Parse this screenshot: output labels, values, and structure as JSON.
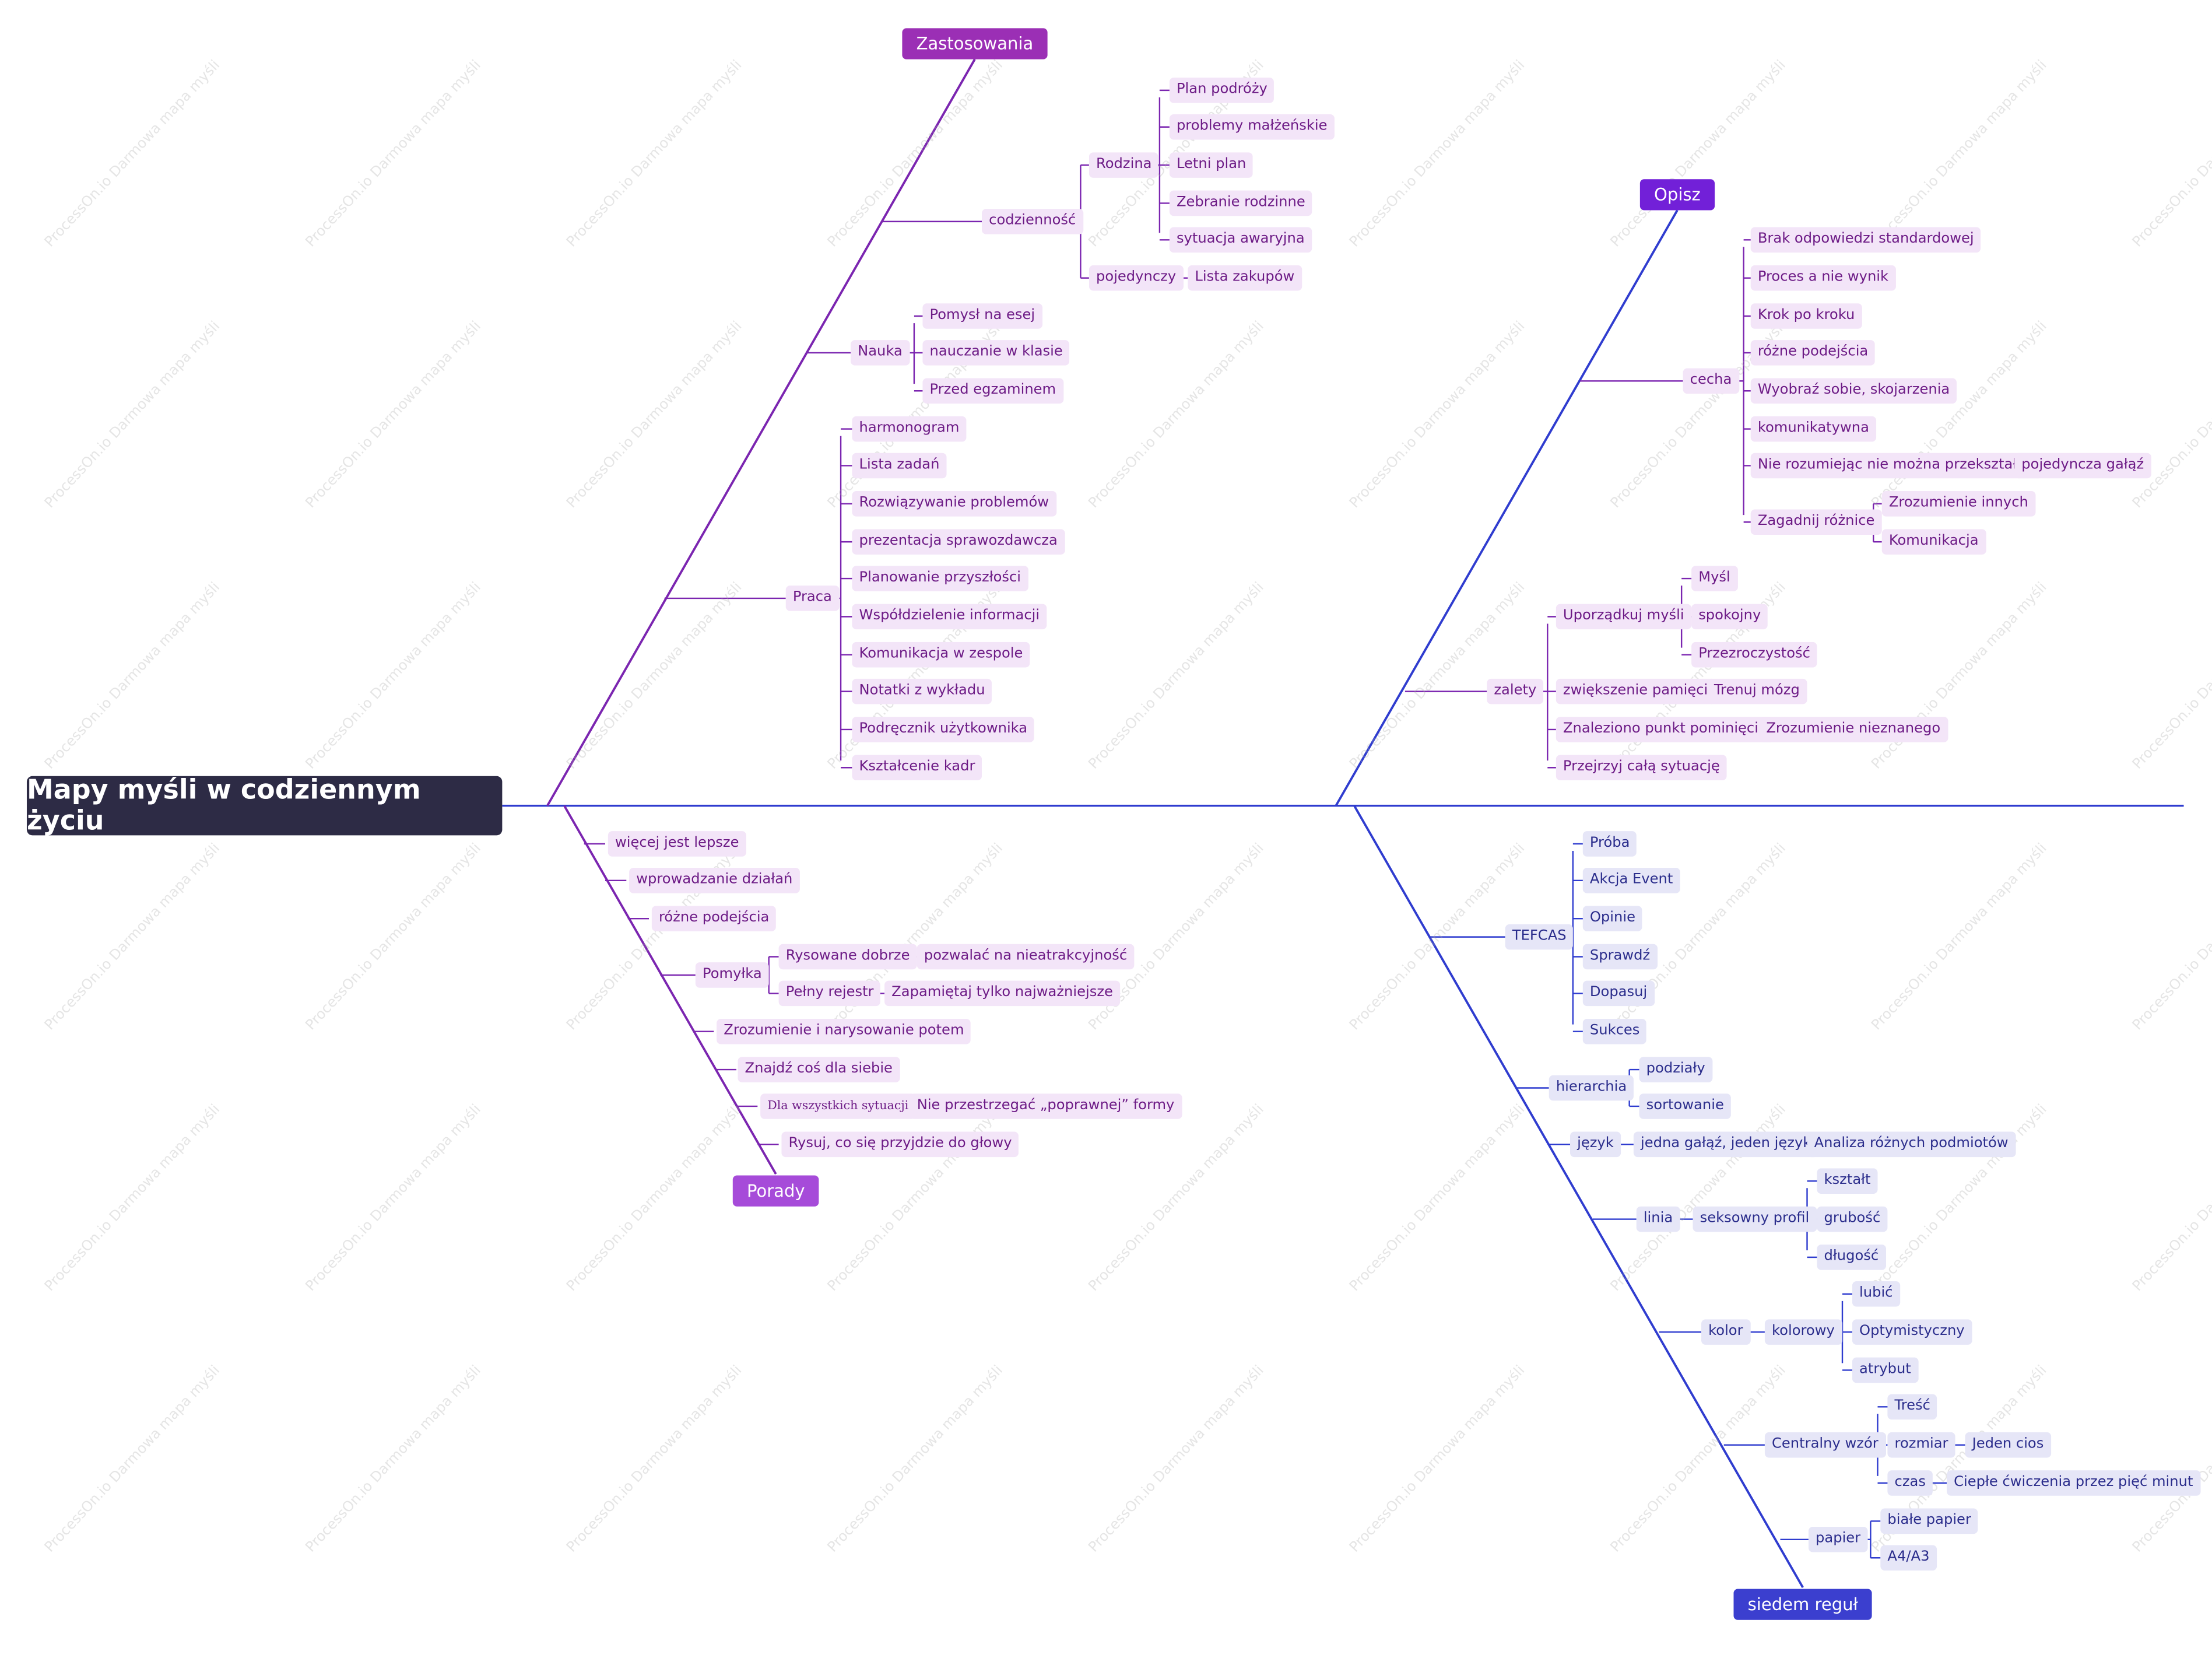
{
  "title": "Mapy myśli w codziennym życiu",
  "watermark": "ProcessOn.io Darmowa mapa myśli",
  "colors": {
    "root_bg": "#2d2b45",
    "purple": "#7b25b0",
    "blue": "#2f3ccf"
  },
  "branches": {
    "zastosowania": {
      "label": "Zastosowania",
      "codziennosc": {
        "label": "codzienność",
        "rodzina": {
          "label": "Rodzina",
          "items": [
            "Plan podróży",
            "problemy małżeńskie",
            "Letni plan",
            "Zebranie rodzinne",
            "sytuacja awaryjna"
          ]
        },
        "pojedynczy": {
          "label": "pojedynczy",
          "item": "Lista zakupów"
        }
      },
      "nauka": {
        "label": "Nauka",
        "items": [
          "Pomysł na esej",
          "nauczanie w klasie",
          "Przed egzaminem"
        ]
      },
      "praca": {
        "label": "Praca",
        "items": [
          "harmonogram",
          "Lista zadań",
          "Rozwiązywanie problemów",
          "prezentacja sprawozdawcza",
          "Planowanie przyszłości",
          "Współdzielenie informacji",
          "Komunikacja w zespole",
          "Notatki z wykładu",
          "Podręcznik użytkownika",
          "Kształcenie kadr"
        ]
      }
    },
    "porady": {
      "label": "Porady",
      "items": [
        "więcej jest lepsze",
        "wprowadzanie działań",
        "różne podejścia"
      ],
      "pomylka": {
        "label": "Pomyłka",
        "rysowane": {
          "label": "Rysowane dobrze",
          "item": "pozwalać na nieatrakcyjność"
        },
        "pelny": {
          "label": "Pełny rejestr",
          "item": "Zapamiętaj tylko najważniejsze"
        }
      },
      "items2": [
        "Zrozumienie i narysowanie potem",
        "Znajdź coś dla siebie"
      ],
      "wszystkich": {
        "label": "Dla wszystkich sytuacji",
        "item": "Nie przestrzegać „poprawnej”  formy"
      },
      "last": "Rysuj, co się przyjdzie do głowy"
    },
    "opisz": {
      "label": "Opisz",
      "cecha": {
        "label": "cecha",
        "items": [
          "Brak odpowiedzi standardowej",
          "Proces a nie wynik",
          "Krok po kroku",
          "różne podejścia",
          "Wyobraź sobie, skojarzenia",
          "komunikatywna"
        ],
        "nie": {
          "label": "Nie rozumiejąc nie można przekształcić",
          "item": "pojedyncza gałąź"
        },
        "zagadnij": {
          "label": "Zagadnij różnice",
          "items": [
            "Zrozumienie innych",
            "Komunikacja"
          ]
        }
      },
      "zalety": {
        "label": "zalety",
        "uporzadkuj": {
          "label": "Uporządkuj myśli",
          "items": [
            "Myśl",
            "spokojny",
            "Przezroczystość"
          ]
        },
        "pamiec": {
          "label": "zwiększenie pamięci",
          "item": "Trenuj mózg"
        },
        "punkt": {
          "label": "Znaleziono punkt pominięcia",
          "item": "Zrozumienie nieznanego"
        },
        "przejrzyj": "Przejrzyj całą sytuację"
      }
    },
    "siedem": {
      "label": "siedem reguł",
      "tefcas": {
        "label": "TEFCAS",
        "items": [
          "Próba",
          "Akcja Event",
          "Opinie",
          "Sprawdź",
          "Dopasuj",
          "Sukces"
        ]
      },
      "hierarchia": {
        "label": "hierarchia",
        "items": [
          "podziały",
          "sortowanie"
        ]
      },
      "jezyk": {
        "label": "język",
        "sub": "jedna gałąź, jeden język",
        "item": "Analiza różnych podmiotów"
      },
      "linia": {
        "label": "linia",
        "sub": "seksowny profil",
        "items": [
          "kształt",
          "grubość",
          "długość"
        ]
      },
      "kolor": {
        "label": "kolor",
        "sub": "kolorowy",
        "items": [
          "lubić",
          "Optymistyczny",
          "atrybut"
        ]
      },
      "centralny": {
        "label": "Centralny wzór",
        "tresc": "Treść",
        "rozmiar": {
          "label": "rozmiar",
          "item": "Jeden cios"
        },
        "czas": {
          "label": "czas",
          "item": "Ciepłe ćwiczenia przez pięć minut"
        }
      },
      "papier": {
        "label": "papier",
        "items": [
          "białe papier",
          "A4/A3"
        ]
      }
    }
  }
}
